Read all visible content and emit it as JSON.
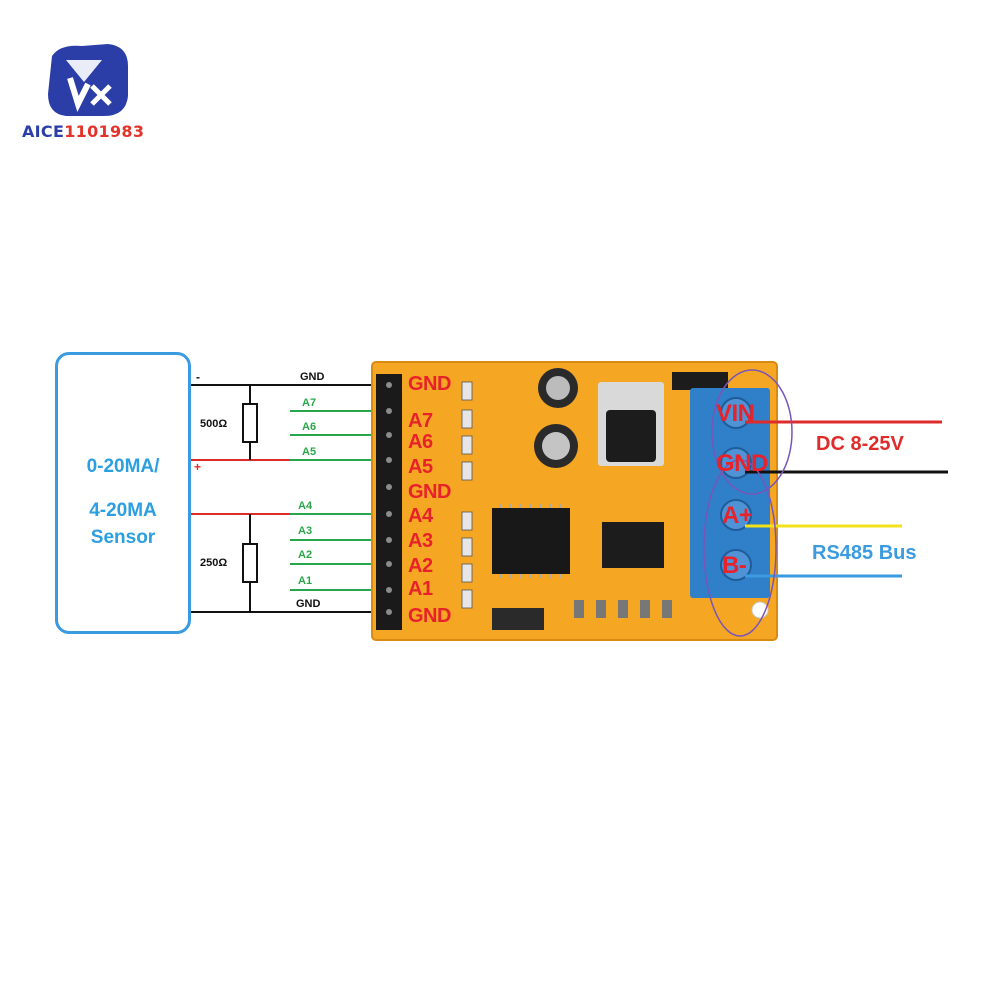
{
  "logo": {
    "text_a": "AICE",
    "text_b": "1101983",
    "colors": {
      "badge": "#2b3ea8",
      "accent": "#e2342b"
    }
  },
  "sensor": {
    "line1": "0-20MA/",
    "line2": "4-20MA",
    "line3": "Sensor"
  },
  "wiring": {
    "gnd_top": "GND",
    "minus": "-",
    "plus": "+",
    "r500": "500Ω",
    "r250": "250Ω",
    "a7": "A7",
    "a6": "A6",
    "a5": "A5",
    "a4": "A4",
    "a3": "A3",
    "a2": "A2",
    "a1": "A1",
    "gnd_bottom": "GND"
  },
  "board_pins": {
    "gnd1": "GND",
    "a7": "A7",
    "a6": "A6",
    "a5": "A5",
    "gnd2": "GND",
    "a4": "A4",
    "a3": "A3",
    "a2": "A2",
    "a1": "A1",
    "gnd3": "GND"
  },
  "terminals": {
    "vin": "VIN",
    "gnd": "GND",
    "a": "A+",
    "b": "B-"
  },
  "power": {
    "label": "DC 8-25V"
  },
  "bus": {
    "label": "RS485 Bus"
  },
  "colors": {
    "sensor_blue": "#3b9be0",
    "wire_green": "#2aa64a",
    "wire_red": "#e02b2b",
    "wire_black": "#111111",
    "wire_yellow": "#f2e21a",
    "pcb_orange": "#f5a623"
  }
}
